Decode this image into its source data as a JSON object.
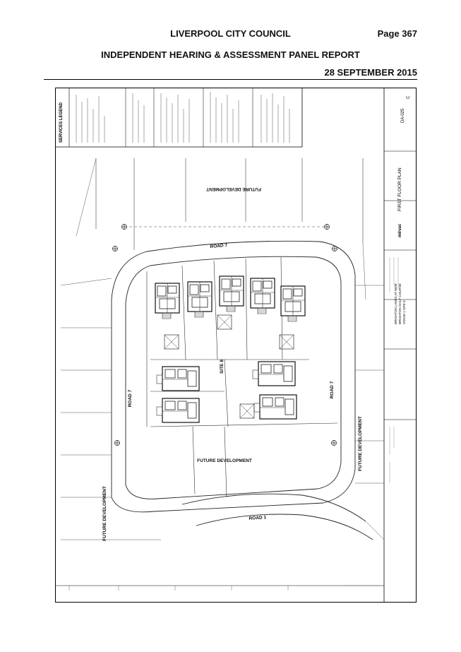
{
  "header": {
    "council": "LIVERPOOL CITY COUNCIL",
    "page": "Page 367",
    "panel": "INDEPENDENT HEARING & ASSESSMENT PANEL REPORT",
    "date": "28 SEPTEMBER 2015"
  },
  "drawing": {
    "legend_title": "SERVICES LEGEND",
    "labels": {
      "future_top": "FUTURE DEVELOPMENT",
      "road7_top": "ROAD 7",
      "road7_left": "ROAD 7",
      "road7_right": "ROAD 7",
      "site": "SITE 8",
      "future_mid": "FUTURE DEVELOPMENT",
      "future_left": "FUTURE DEVELOPMENT",
      "future_right": "FUTURE DEVELOPMENT",
      "road1": "ROAD 1"
    },
    "title_block": {
      "sheet_title": "FIRST FLOOR PLAN",
      "logo": "mirvac",
      "project_1": "BRIGHTON LAKES AT NEW",
      "project_2": "BRIGHTON GOLF COURSE",
      "project_3": "STAGE 1 SITE 8",
      "drawing_no": "DA-025",
      "revision": "C"
    }
  }
}
